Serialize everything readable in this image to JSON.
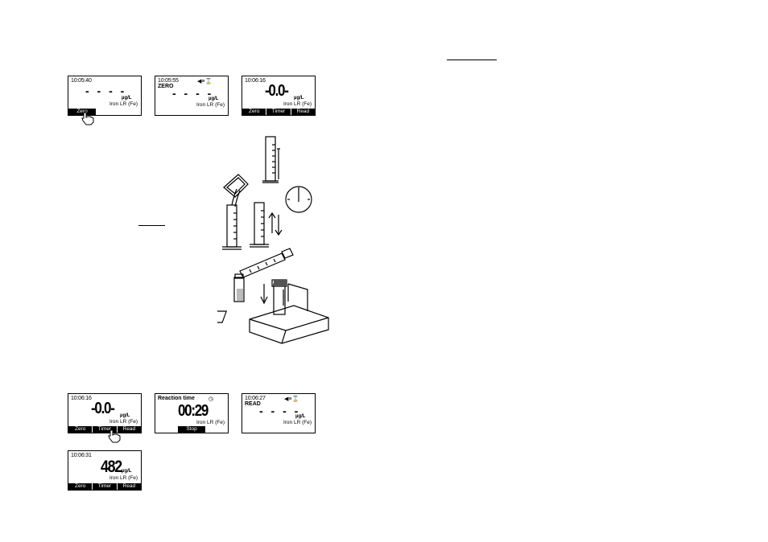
{
  "displays": [
    {
      "time": "10:05:40",
      "status": "",
      "reading": "- - - -",
      "unit": "µg/L",
      "parameter": "Iron LR (Fe)",
      "keys": [
        "Zero"
      ]
    },
    {
      "time": "10:05:55",
      "status": "ZERO",
      "reading": "- - - -",
      "unit": "µg/L",
      "parameter": "Iron LR (Fe)",
      "keys": []
    },
    {
      "time": "10:06:16",
      "status": "",
      "reading": "-0.0-",
      "unit": "µg/L",
      "parameter": "Iron LR (Fe)",
      "keys": [
        "Zero",
        "Timer",
        "Read"
      ]
    },
    {
      "time": "10:06:16",
      "status": "",
      "reading": "-0.0-",
      "unit": "µg/L",
      "parameter": "Iron LR (Fe)",
      "keys": [
        "Zero",
        "Timer",
        "Read"
      ]
    },
    {
      "title": "Reaction time",
      "reading": "00:29",
      "parameter": "Iron LR (Fe)",
      "keys": [
        "Stop"
      ]
    },
    {
      "time": "10:06:27",
      "status": "READ",
      "reading": "- - - -",
      "unit": "µg/L",
      "parameter": "Iron LR (Fe)",
      "keys": []
    },
    {
      "time": "10:06:31",
      "status": "",
      "reading": "482",
      "unit": "µg/L",
      "parameter": "Iron LR (Fe)",
      "keys": [
        "Zero",
        "Timer",
        "Read"
      ]
    }
  ],
  "icons": {
    "status_icons": "lamp-and-hourglass-icon",
    "timer_icon": "clock-icon",
    "pointer": "hand-pointer-icon"
  }
}
